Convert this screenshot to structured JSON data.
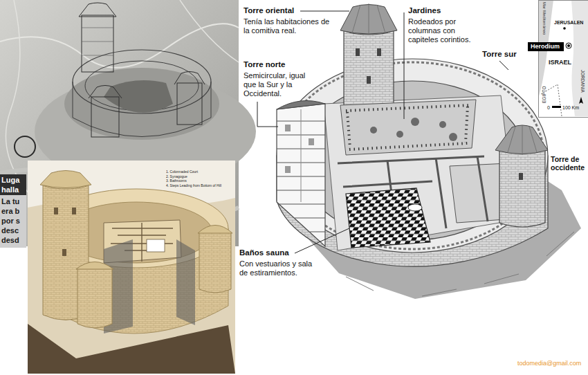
{
  "diagram": {
    "nodes": [
      {
        "text": [
          "Mar Mediterráneo",
          "JERUSALEN",
          "ISRAEL",
          "EGIPTO",
          "JORDANIA",
          "0",
          "100 Km"
        ]
      },
      {
        "text": [
          "Herodium"
        ],
        "in": 0
      },
      {
        "text": [
          "Luga halla",
          "La tu era b por s desc desd"
        ]
      }
    ],
    "labels": [
      "Torre oriental",
      "Tenía las habitaciones de la comitiva real.",
      "Jardines",
      "Rodeados por columnas con capiteles corintios.",
      "Torre sur",
      "Torre norte",
      "Semicircular, igual que la Sur y la Occidental.",
      "Torre de occidente",
      "Baños sauna",
      "Con vestuarios y sala de estiramientos.",
      "1. Colonnaded Court",
      "2. Synagogue",
      "3. Bathrooms",
      "4. Steps Leading from Bottom of Hill",
      "todomedia@gmail.com"
    ]
  }
}
